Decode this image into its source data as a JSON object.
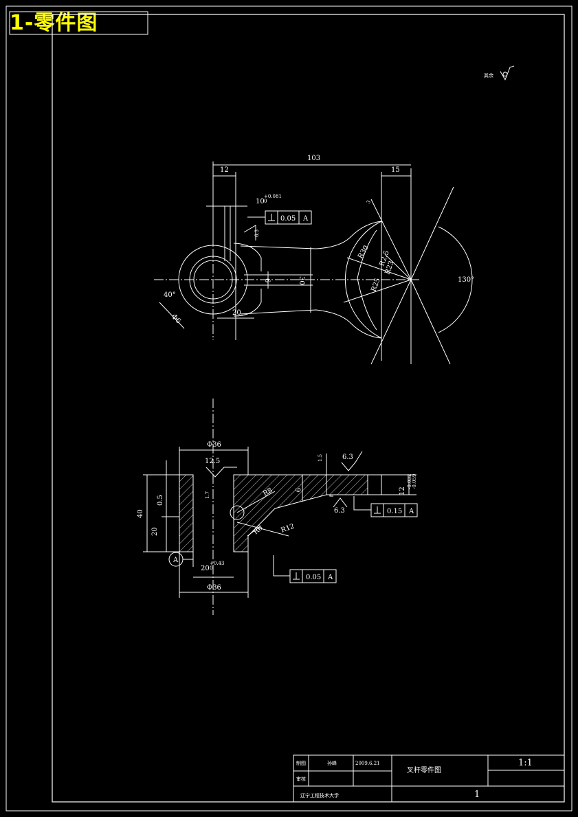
{
  "title_banner": "1-零件图",
  "roughness_note": "其余",
  "top_view": {
    "dim_overall": "103",
    "dim_left": "12",
    "dim_right": "15",
    "dim_slot": "10",
    "dim_slot_tol": "+0.081\n0",
    "fcf_tol": "0.05",
    "fcf_datum": "A",
    "rough_63": "6.3",
    "dim_R30": "R30",
    "dim_R12_5": "R2.5",
    "dim_R23": "R23",
    "dim_R25": "R25",
    "dim_30": "30",
    "dim_6": "6",
    "dim_20": "20",
    "dim_40deg": "40°",
    "dim_phi": "Φ6",
    "dim_130": "130°",
    "dim_3": "3"
  },
  "section_view": {
    "dim_phi36_top": "Φ36",
    "rough_125": "12.5",
    "dim_15": "1.5",
    "rough_63a": "6.3",
    "dim_9": "9",
    "dim_0_5": "0.5",
    "dim_40": "40",
    "dim_20": "20",
    "dim_r18": "1.7",
    "dim_r8": "R8",
    "dim_r6": "R6",
    "dim_r12": "R12",
    "rough_63b": "6.3",
    "dim_12": "12",
    "dim_12_tol": "-0.032\n-0.059",
    "fcf1_tol": "0.15",
    "fcf1_datum": "A",
    "datum_label": "A",
    "dim_20_bore": "20",
    "dim_20_bore_tol": "+0.43\n0",
    "fcf2_tol": "0.05",
    "fcf2_datum": "A",
    "dim_phi36_bot": "Φ36"
  },
  "title_block": {
    "row1_c1": "制图",
    "row1_c2": "孙峰",
    "row1_date": "2009.6.21",
    "row2_c1": "审核",
    "part_name": "叉杆零件图",
    "scale": "1:1",
    "school": "辽宁工程技术大学",
    "qty": "1"
  }
}
